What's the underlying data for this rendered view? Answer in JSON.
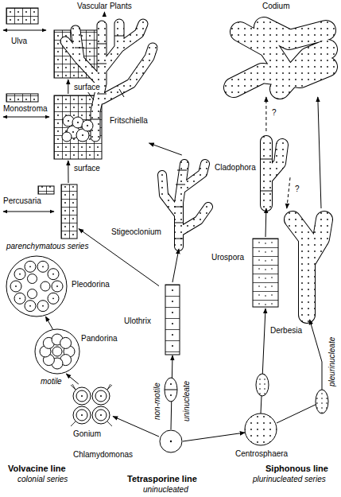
{
  "diagram": {
    "nodes": [
      {
        "text": [
          "Vascular Plants"
        ]
      },
      {
        "text": [
          "Codium"
        ]
      },
      {
        "text": [
          "Ulva"
        ]
      },
      {
        "text": [
          "Fritschiella"
        ]
      },
      {
        "text": [
          "Monostroma"
        ]
      },
      {
        "text": [
          "Cladophora"
        ]
      },
      {
        "text": [
          "Stigeoclonium"
        ]
      },
      {
        "text": [
          "Percusaria"
        ]
      },
      {
        "text": [
          "Pleodorina"
        ]
      },
      {
        "text": [
          "Urospora"
        ]
      },
      {
        "text": [
          "Pandorina"
        ]
      },
      {
        "text": [
          "Derbesia"
        ]
      },
      {
        "text": [
          "Ulothrix"
        ]
      },
      {
        "text": [
          "Gonium"
        ]
      },
      {
        "text": [
          "Centrosphaera"
        ]
      },
      {
        "text": [
          "Chlamydomonas"
        ]
      }
    ],
    "edges": [
      {
        "from": 15,
        "to": 13,
        "arrow": "to"
      },
      {
        "from": 15,
        "to": 12,
        "arrow": "to"
      },
      {
        "from": 15,
        "to": 14,
        "arrow": "to"
      },
      {
        "from": 13,
        "to": 10,
        "label": "motile",
        "arrow": "to"
      },
      {
        "from": 10,
        "to": 8,
        "arrow": "to"
      },
      {
        "from": 12,
        "to": 7,
        "arrow": "to"
      },
      {
        "from": 12,
        "to": 6,
        "arrow": "to"
      },
      {
        "from": 6,
        "to": 3,
        "arrow": "to"
      },
      {
        "from": 3,
        "to": 0,
        "arrow": "to"
      },
      {
        "from": 7,
        "to": 4,
        "label": "surface",
        "arrow": "to"
      },
      {
        "from": 4,
        "to": 2,
        "label": "surface",
        "arrow": "to"
      },
      {
        "from": 14,
        "to": 9,
        "arrow": "to"
      },
      {
        "from": 9,
        "to": 5,
        "arrow": "to"
      },
      {
        "from": 5,
        "to": 1,
        "label": "?",
        "arrow": "to"
      },
      {
        "from": 5,
        "to": 11,
        "label": "?",
        "arrow": "to"
      },
      {
        "from": 14,
        "to": 11,
        "arrow": "to"
      },
      {
        "from": 11,
        "to": 1,
        "arrow": "to"
      }
    ],
    "labels": [
      "parenchymatous series",
      "non-motile",
      "uninucleate",
      "pleurinucleate",
      "Volvacine line",
      "colonial series",
      "Tetrasporine line",
      "uninucleated",
      "Siphonous line",
      "plurinucleated series"
    ]
  }
}
